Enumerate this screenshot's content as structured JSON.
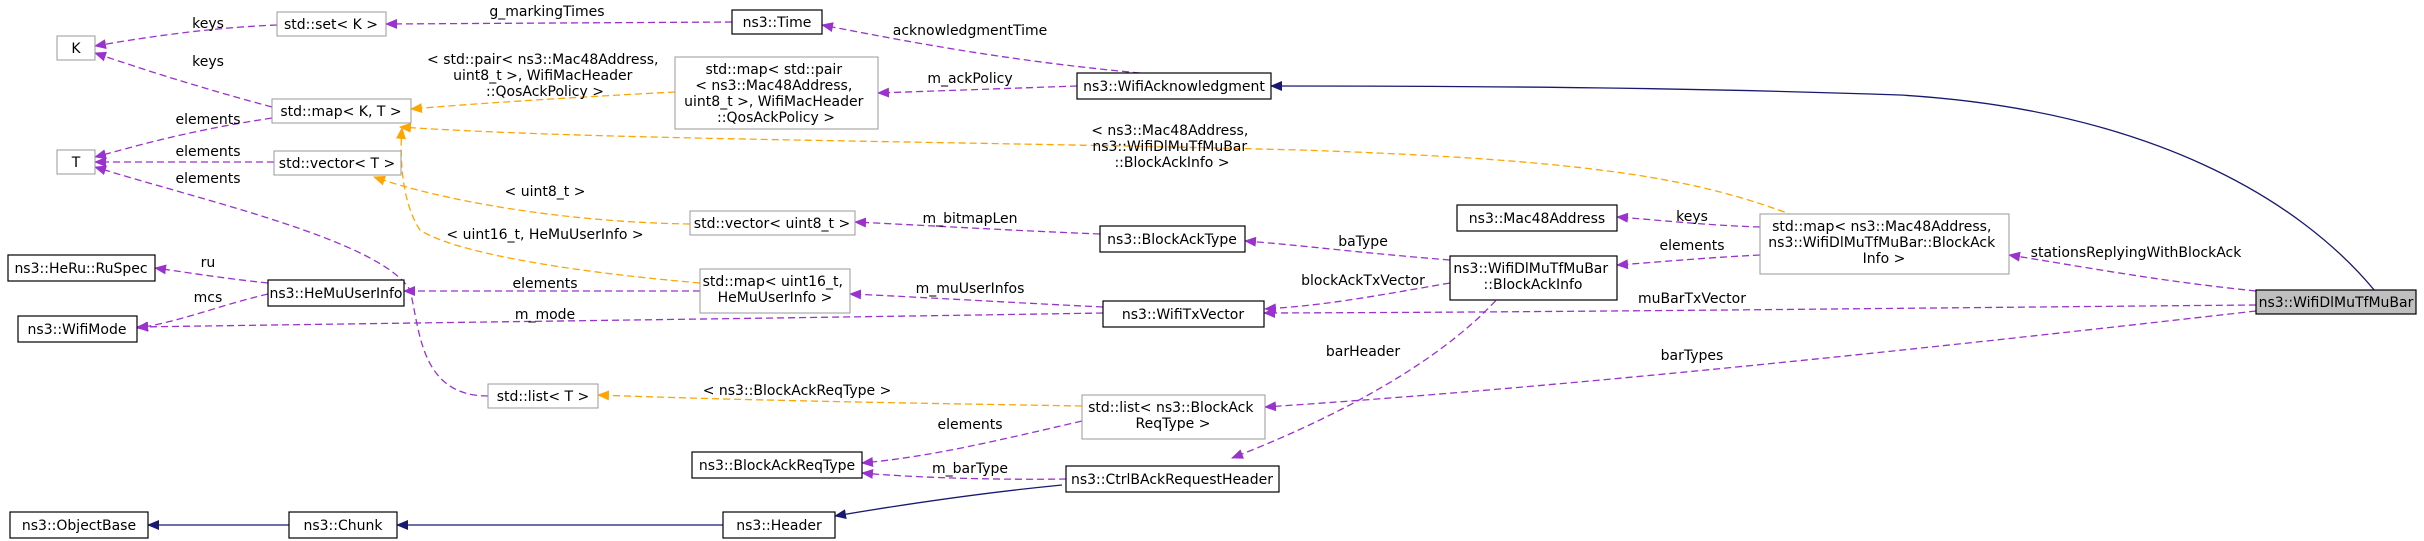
{
  "nodes": {
    "K": "K",
    "T": "T",
    "set": "std::set< K >",
    "map": "std::map< K, T >",
    "vectorT": "std::vector< T >",
    "time": "ns3::Time",
    "ackPolicyMap": [
      "std::map< std::pair",
      "< ns3::Mac48Address,",
      "uint8_t >, WifiMacHeader",
      "::QosAckPolicy >"
    ],
    "wifiAck": "ns3::WifiAcknowledgment",
    "heRuSpec": "ns3::HeRu::RuSpec",
    "heMuUserInfo": "ns3::HeMuUserInfo",
    "wifiMode": "ns3::WifiMode",
    "vectorU8": "std::vector< uint8_t >",
    "muUserMap": [
      "std::map< uint16_t,",
      "HeMuUserInfo >"
    ],
    "blockAckType": "ns3::BlockAckType",
    "mac48": "ns3::Mac48Address",
    "blockAckInfo": [
      "ns3::WifiDlMuTfMuBar",
      "::BlockAckInfo"
    ],
    "blockAckInfoMap": [
      "std::map< ns3::Mac48Address,",
      "ns3::WifiDlMuTfMuBar::BlockAck",
      "Info >"
    ],
    "wifiTxVector": "ns3::WifiTxVector",
    "focus": "ns3::WifiDlMuTfMuBar",
    "listT": "std::list< T >",
    "barTypeList": [
      "std::list< ns3::BlockAck",
      "ReqType >"
    ],
    "blockAckReqType": "ns3::BlockAckReqType",
    "ctrlBAckReqHeader": "ns3::CtrlBAckRequestHeader",
    "objectBase": "ns3::ObjectBase",
    "chunk": "ns3::Chunk",
    "header": "ns3::Header"
  },
  "edges": {
    "set_K_keys": "keys",
    "map_K_keys": "keys",
    "map_T_elements": "elements",
    "vectorT_T_elements": "elements",
    "listT_T_elements": "elements",
    "set_time": "g_markingTimes",
    "time_wifiAck": "acknowledgmentTime",
    "ackPolicyMap_tpl": [
      "< std::pair< ns3::Mac48Address,",
      "uint8_t >, WifiMacHeader",
      "::QosAckPolicy >"
    ],
    "ackPolicyMap_wifiAck": "m_ackPolicy",
    "blockAckInfoMap_tpl": [
      "< ns3::Mac48Address,",
      "ns3::WifiDlMuTfMuBar",
      "::BlockAckInfo >"
    ],
    "vectorU8_tpl": "< uint8_t >",
    "vectorU8_blockAckType": "m_bitmapLen",
    "muUserMap_tpl": "< uint16_t, HeMuUserInfo >",
    "heRuSpec_ru": "ru",
    "wifiMode_mcs": "mcs",
    "heMuUserInfo_elements": "elements",
    "muUserMap_wifiTxVector": "m_muUserInfos",
    "wifiMode_wifiTxVector": "m_mode",
    "blockAckType_info": "baType",
    "mac48_keys": "keys",
    "info_map_elements": "elements",
    "map_focus": "stationsReplyingWithBlockAck",
    "wifiTxVector_info": "blockAckTxVector",
    "wifiTxVector_focus": "muBarTxVector",
    "barHeader": "barHeader",
    "barTypes": "barTypes",
    "listT_tpl": "< ns3::BlockAckReqType >",
    "barType_elements": "elements",
    "barType_header": "m_barType"
  },
  "colors": {
    "usage": "#9a32cd",
    "template": "#ffa500",
    "inheritance": "#191970",
    "focus_fill": "#bfbfbf"
  }
}
